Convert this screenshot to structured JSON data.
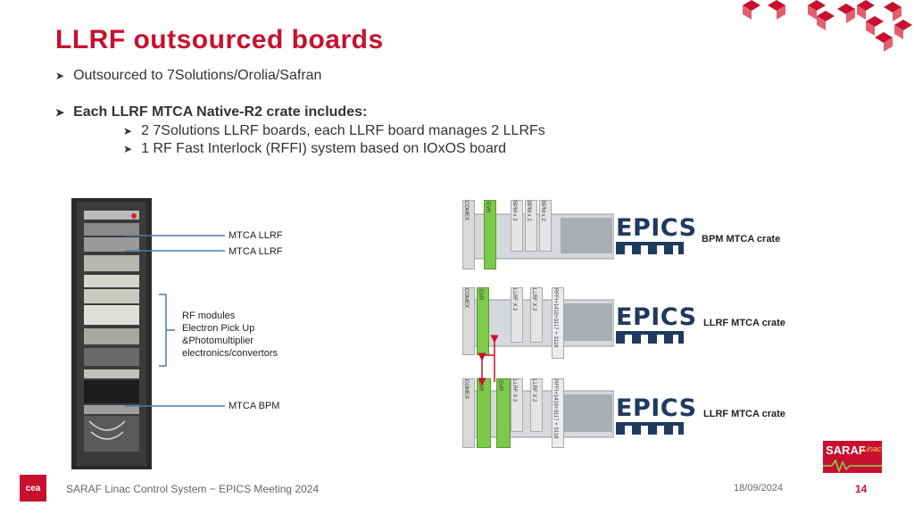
{
  "slide": {
    "title": "LLRF outsourced boards",
    "bullets": [
      "Outsourced to 7Solutions/Orolia/Safran",
      "Each LLRF MTCA Native-R2 crate includes:"
    ],
    "sub_bullets": [
      "2 7Solutions LLRF boards, each LLRF board manages  2 LLRFs",
      "1 RF Fast Interlock (RFFI) system based on IOxOS board"
    ]
  },
  "rack": {
    "labels": [
      "MTCA LLRF",
      "MTCA LLRF",
      "MTCA BPM"
    ],
    "rf_modules_lines": [
      "RF modules",
      "Electron Pick Up",
      "&Photomultiplier",
      "electronics/convertors"
    ]
  },
  "crates": [
    {
      "logo": "EPICS",
      "label": "BPM MTCA crate",
      "slots": [
        "COMEX",
        "EVR",
        "BPM x 2",
        "BPM x 2",
        "BPM x 2"
      ]
    },
    {
      "logo": "EPICS",
      "label": "LLRF MTCA crate",
      "slots": [
        "COMEX",
        "EVR",
        "LLRF X 2",
        "LLRF X 2",
        "RFFI+1410+3117 + 3118"
      ]
    },
    {
      "logo": "EPICS",
      "label": "LLRF MTCA crate",
      "slots": [
        "COMEX",
        "EVR",
        "EVR",
        "LLRF X 2",
        "LLRF X 2",
        "RFFI+1410+3117 + 3118"
      ]
    }
  ],
  "footer": {
    "text": "SARAF Linac Control System − EPICS Meeting 2024",
    "date": "18/09/2024",
    "page": "14",
    "cea_logo": "cea",
    "saraf_logo": "SARAF",
    "saraf_logo_sub": "Linac"
  },
  "colors": {
    "title": "#c8102e",
    "accent_red": "#c8102e",
    "evr_green": "#7dc94a",
    "epics_blue": "#1f3a5f",
    "connector_blue": "#4a7ab0"
  }
}
